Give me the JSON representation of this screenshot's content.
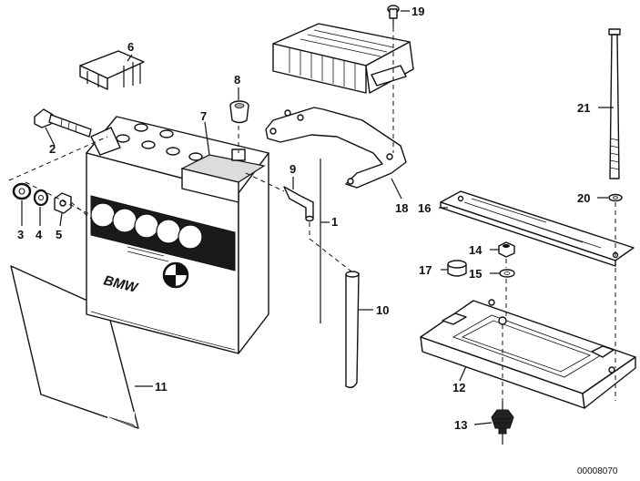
{
  "diagram": {
    "reference_number": "00008070",
    "brand_label": "BMW",
    "callouts": {
      "c1": "1",
      "c2": "2",
      "c3": "3",
      "c4": "4",
      "c5": "5",
      "c6": "6",
      "c7": "7",
      "c8": "8",
      "c9": "9",
      "c10": "10",
      "c11": "11",
      "c12": "12",
      "c13": "13",
      "c14": "14",
      "c15": "15",
      "c16": "16",
      "c17": "17",
      "c18": "18",
      "c19": "19",
      "c20": "20",
      "c21": "21"
    }
  }
}
